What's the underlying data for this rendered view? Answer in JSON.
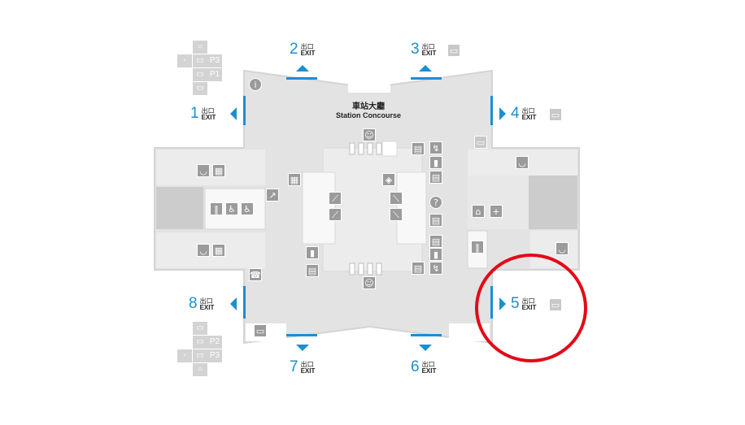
{
  "concourse": {
    "chinese": "車站大廳",
    "english": "Station Concourse"
  },
  "exit_cn": "出口",
  "exit_en": "EXIT",
  "exits": [
    {
      "number": "1"
    },
    {
      "number": "2"
    },
    {
      "number": "3"
    },
    {
      "number": "4"
    },
    {
      "number": "5"
    },
    {
      "number": "6"
    },
    {
      "number": "7"
    },
    {
      "number": "8"
    }
  ],
  "parking": {
    "north": [
      "P3",
      "P1"
    ],
    "south": [
      "P2",
      "P3"
    ]
  },
  "icons": {
    "info": "i",
    "accessible": "♿",
    "first_aid": "+",
    "help": "?",
    "toilet": "🚻",
    "telephone": "☎"
  },
  "colors": {
    "accent": "#1b8fd0",
    "highlight_circle": "#e40a18",
    "floor": "#e3e3e3",
    "icon": "#9b9b9b"
  },
  "highlight": {
    "target": "exit-5"
  }
}
